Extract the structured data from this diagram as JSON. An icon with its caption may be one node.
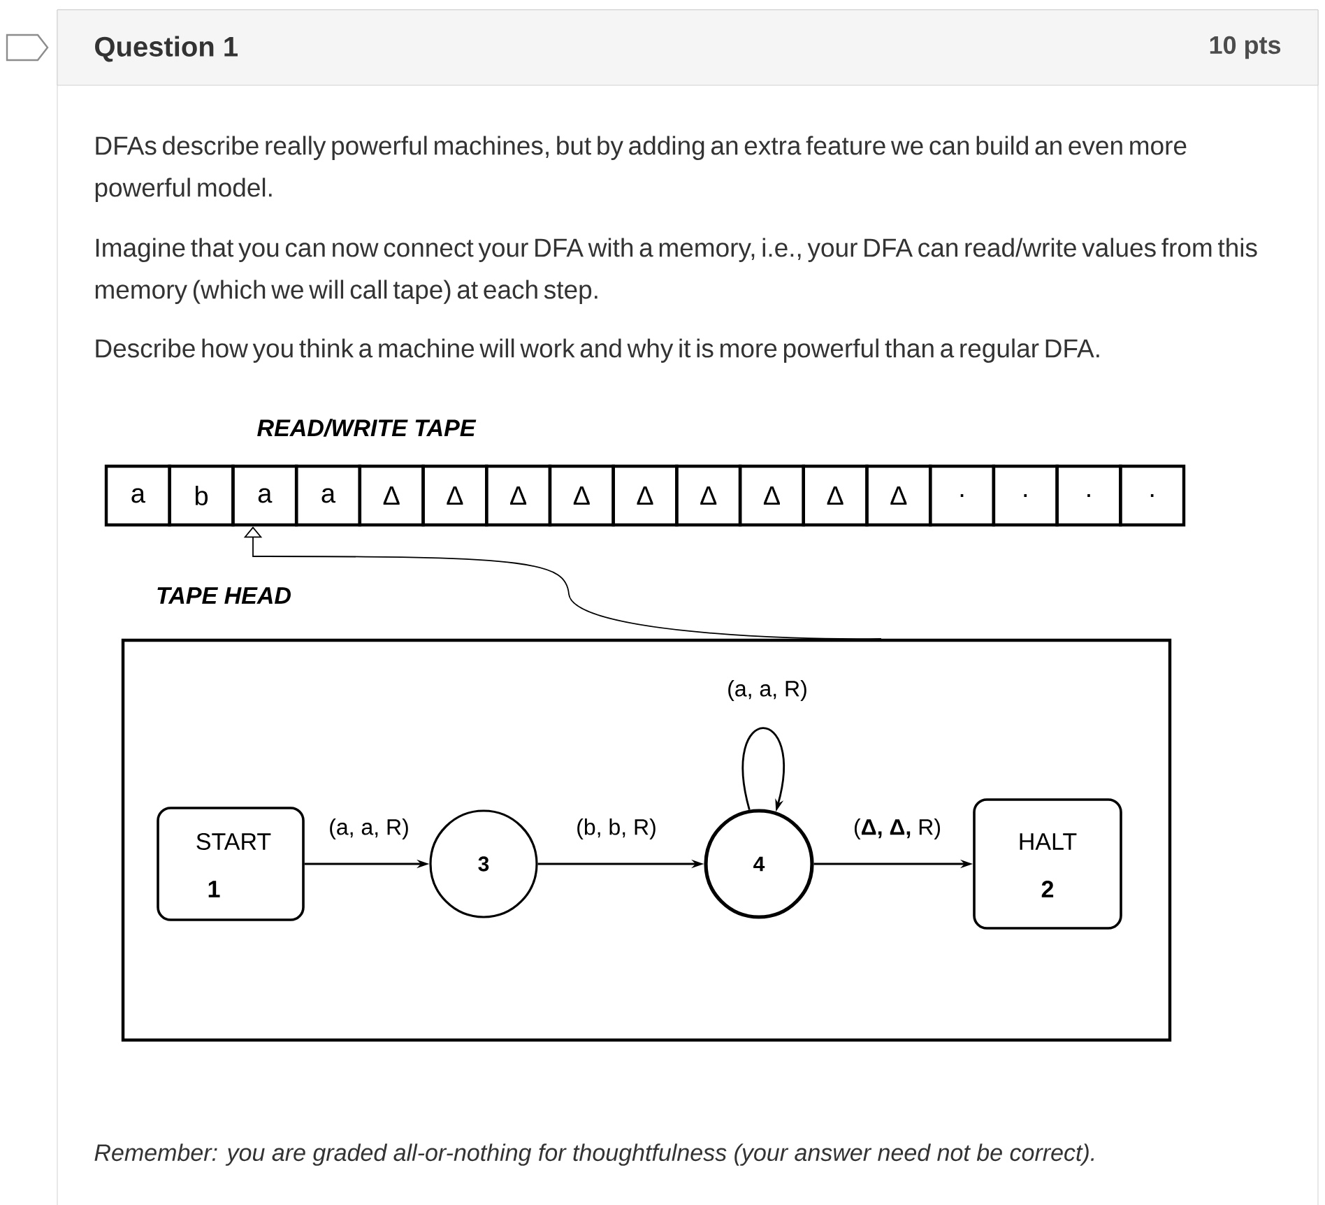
{
  "diagram": {
    "title": "Question 1",
    "nodes": [
      {
        "text": [
          "a"
        ]
      },
      {
        "text": [
          "b"
        ]
      },
      {
        "text": [
          "a"
        ]
      },
      {
        "text": [
          "a"
        ]
      },
      {
        "text": [
          "Δ"
        ]
      },
      {
        "text": [
          "Δ"
        ]
      },
      {
        "text": [
          "Δ"
        ]
      },
      {
        "text": [
          "Δ"
        ]
      },
      {
        "text": [
          "Δ"
        ]
      },
      {
        "text": [
          "Δ"
        ]
      },
      {
        "text": [
          "Δ"
        ]
      },
      {
        "text": [
          "Δ"
        ]
      },
      {
        "text": [
          "Δ"
        ]
      },
      {
        "text": [
          "."
        ]
      },
      {
        "text": [
          "."
        ]
      },
      {
        "text": [
          "."
        ]
      },
      {
        "text": [
          "."
        ]
      },
      {
        "text": [],
        "shape": "box"
      },
      {
        "text": [
          "START",
          "1"
        ],
        "in": 17
      },
      {
        "text": [
          "3"
        ],
        "in": 17
      },
      {
        "text": [
          "4"
        ],
        "in": 17
      },
      {
        "text": [
          "HALT",
          "2"
        ],
        "in": 17
      }
    ],
    "edges": [
      {
        "from": 17,
        "to": 2,
        "arrow": "to"
      },
      {
        "from": 18,
        "to": 19,
        "arrow": "to",
        "label": "(a, a, R)"
      },
      {
        "from": 19,
        "to": 20,
        "arrow": "to",
        "label": "(b, b, R)"
      },
      {
        "from": 20,
        "to": 20,
        "arrow": "to",
        "label": "(a, a, R)"
      },
      {
        "from": 20,
        "to": 21,
        "arrow": "to",
        "label": "(**Δ, Δ,** R)"
      }
    ],
    "labels": [
      "10 pts",
      "DFAs describe really powerful machines, but by adding an extra feature we can build an even more powerful model.",
      "Imagine that you can now connect your DFA with a memory, i.e., your DFA can read/write values from this memory (which we will call tape) at each step.",
      "Describe how you think a machine will work and why it is more powerful than a regular DFA.",
      "READ/WRITE TAPE",
      "TAPE HEAD",
      "Remember: you are graded all-or-nothing for thoughtfulness (your answer need not be correct)."
    ]
  }
}
